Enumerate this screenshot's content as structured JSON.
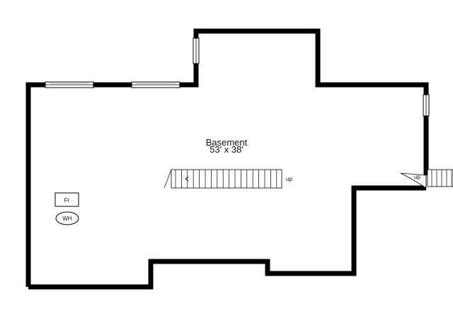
{
  "room": {
    "name": "Basement",
    "dimensions": "53' x 38'"
  },
  "fixtures": {
    "freezer": "Fr",
    "water_heater": "WH"
  },
  "stairs": {
    "interior_label": "up",
    "exterior_label": "up"
  },
  "colors": {
    "wall": "#000000",
    "window": "#555555",
    "background": "#ffffff"
  }
}
